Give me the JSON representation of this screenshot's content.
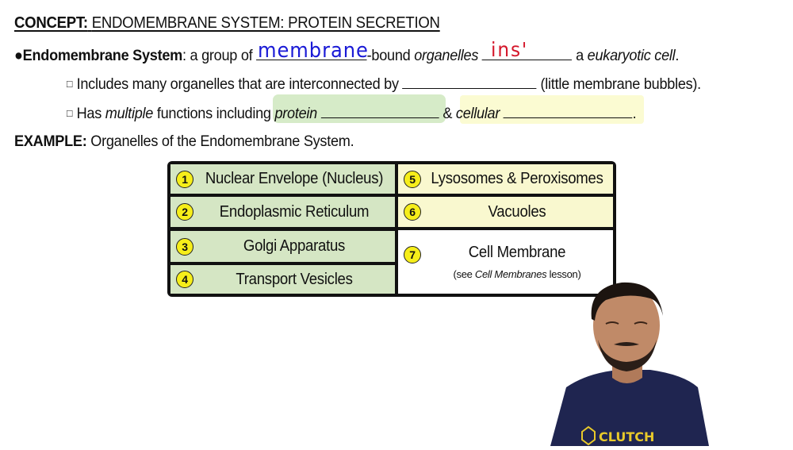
{
  "header": {
    "label": "CONCEPT:",
    "title": "ENDOMEMBRANE SYSTEM: PROTEIN SECRETION"
  },
  "definition": {
    "bullet": "●",
    "term": "Endomembrane System",
    "text_1": ": a group of ",
    "handwritten_1": "membrane",
    "text_2": "-bound ",
    "text_2_italic": "organelles",
    "handwritten_2": "ins'",
    "text_3": " a ",
    "text_3_italic": "eukaryotic cell",
    "text_4": "."
  },
  "sub_points": [
    {
      "checkbox": "□",
      "text_before": "Includes many organelles that are interconnected by ",
      "text_after": " (little membrane bubbles)."
    },
    {
      "checkbox": "□",
      "text_1": "Has ",
      "text_1_italic": "multiple",
      "text_2": " functions including ",
      "text_2_italic": "protein",
      "text_3": " & ",
      "text_3_italic": "cellular",
      "text_4": "."
    }
  ],
  "example": {
    "label": "EXAMPLE:",
    "text": "Organelles of the Endomembrane System."
  },
  "organelles_table": {
    "colors": {
      "green": "#d5e6c4",
      "yellow": "#f9f8cf",
      "badge": "#f6ee1a",
      "border": "#111111"
    },
    "items": [
      {
        "num": "1",
        "label": "Nuclear Envelope (Nucleus)"
      },
      {
        "num": "2",
        "label": "Endoplasmic Reticulum"
      },
      {
        "num": "3",
        "label": "Golgi Apparatus"
      },
      {
        "num": "4",
        "label": "Transport Vesicles"
      },
      {
        "num": "5",
        "label": "Lysosomes & Peroxisomes"
      },
      {
        "num": "6",
        "label": "Vacuoles"
      },
      {
        "num": "7",
        "label": "Cell Membrane",
        "note_1": "(see ",
        "note_italic": "Cell Membranes",
        "note_2": " lesson)"
      }
    ]
  },
  "presenter": {
    "shirt_logo_text": "CLUTCH"
  }
}
